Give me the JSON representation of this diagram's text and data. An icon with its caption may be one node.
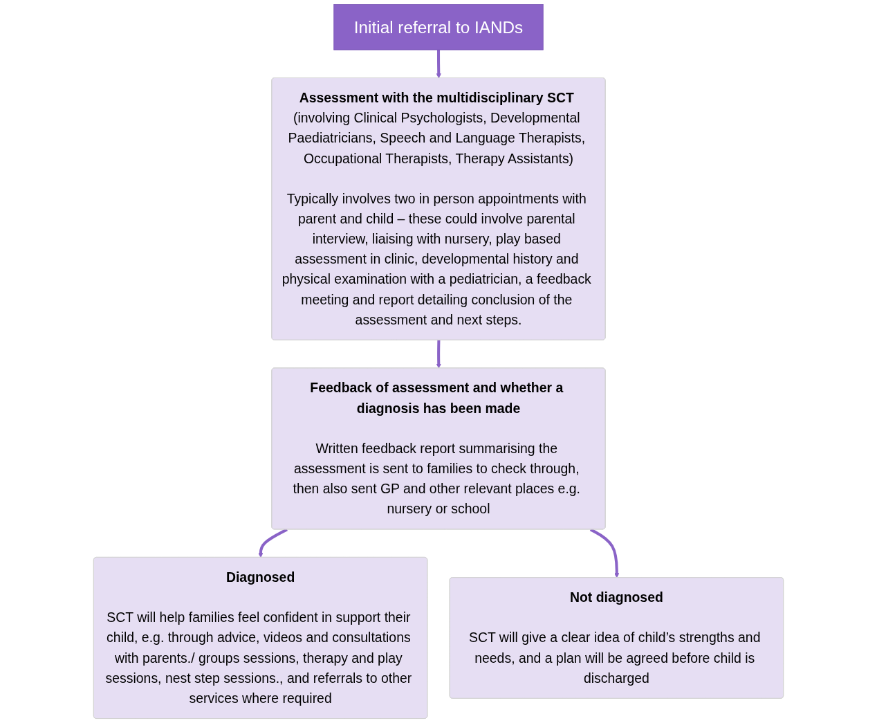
{
  "diagram": {
    "nodes": [
      {
        "text": [
          "Initial referral to IANDs"
        ]
      },
      {
        "text": [
          "**Assessment with the multidisciplinary SCT** (involving Clinical Psychologists, Developmental Paediatricians, Speech and Language Therapists, Occupational Therapists, Therapy Assistants)",
          "Typically involves two in person appointments with parent and child – these could involve parental interview, liaising with nursery, play based assessment in clinic, developmental history and physical examination with a pediatrician, a feedback meeting and report detailing conclusion of the assessment and next steps."
        ]
      },
      {
        "text": [
          "Feedback of assessment and whether a diagnosis has been made",
          "Written feedback report summarising the assessment is sent to families to check through, then also sent GP and other relevant places e.g. nursery or school"
        ]
      },
      {
        "text": [
          "Diagnosed",
          "SCT will help families feel confident in support their child, e.g. through advice, videos and consultations with parents./ groups sessions, therapy and play sessions, nest step sessions., and referrals to other services where required"
        ]
      },
      {
        "text": [
          "Not diagnosed",
          "SCT will give a clear idea of child’s strengths and needs, and a plan will be agreed before child is discharged"
        ]
      }
    ],
    "edges": [
      {
        "from": 0,
        "to": 1,
        "arrow": "to"
      },
      {
        "from": 1,
        "to": 2,
        "arrow": "to"
      },
      {
        "from": 2,
        "to": 3,
        "arrow": "to"
      },
      {
        "from": 2,
        "to": 4,
        "arrow": "to"
      }
    ]
  }
}
